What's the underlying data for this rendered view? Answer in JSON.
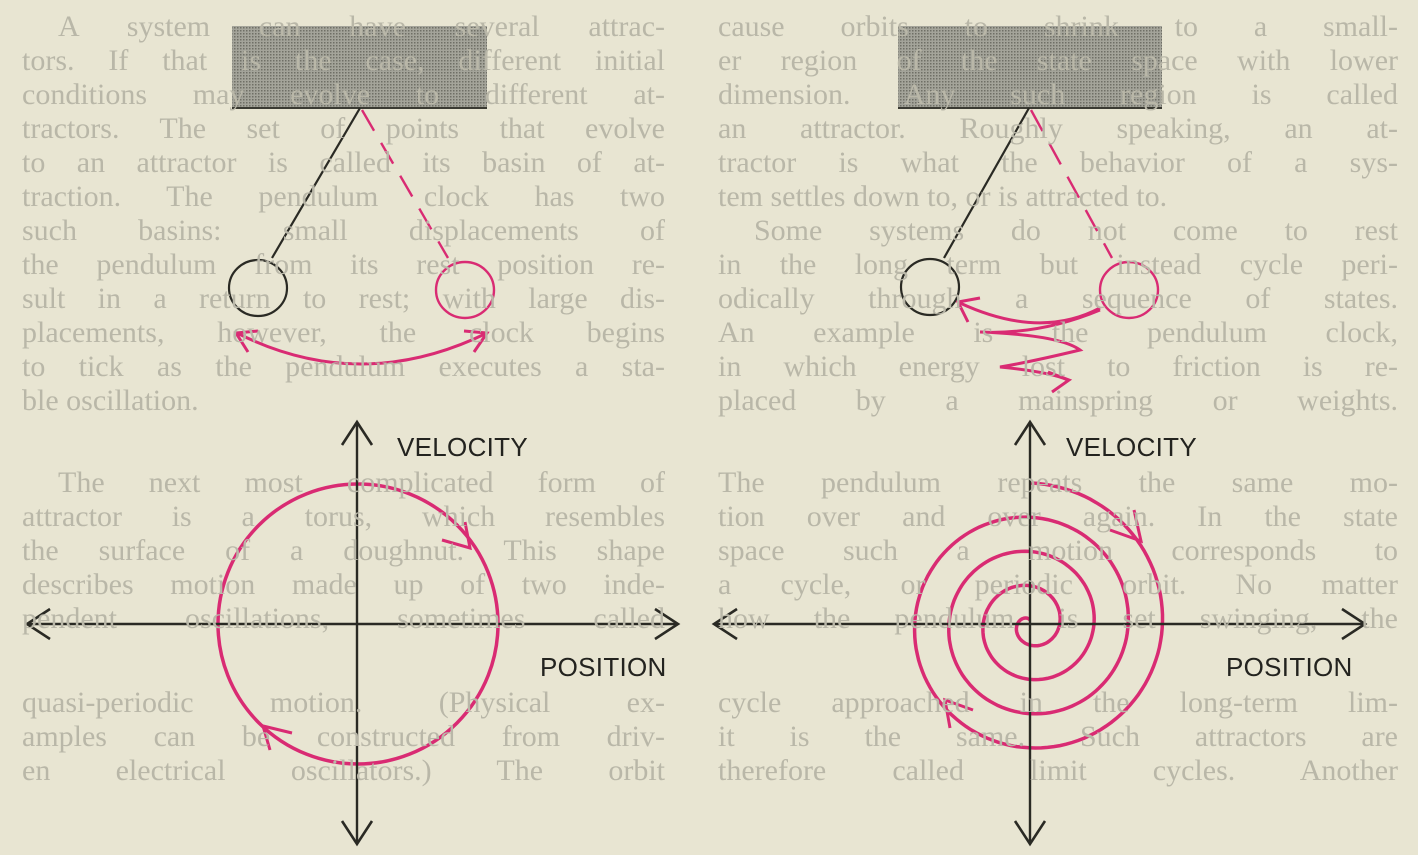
{
  "body_text": {
    "left_column": [
      {
        "text": "A system can have several attrac-",
        "indent": true
      },
      {
        "text": "tors. If that is the case, different initial"
      },
      {
        "text": "conditions may evolve to different at-"
      },
      {
        "text": "tractors. The set of points that evolve"
      },
      {
        "text": "to an attractor is called its basin of at-"
      },
      {
        "text": "traction. The pendulum clock has two"
      },
      {
        "text": "such basins: small displacements of"
      },
      {
        "text": "the pendulum from its rest position re-"
      },
      {
        "text": "sult in a return to rest; with large dis-"
      },
      {
        "text": "placements, however, the clock begins"
      },
      {
        "text": "to tick as the pendulum executes a sta-"
      },
      {
        "text": "ble oscillation.",
        "last": true
      },
      {
        "text": "The next most complicated form of",
        "indent": true
      },
      {
        "text": "attractor is a torus, which resembles"
      },
      {
        "text": "the surface of a doughnut. This shape"
      },
      {
        "text": "describes motion made up of two inde-"
      },
      {
        "text": "pendent oscillations, sometimes called"
      },
      {
        "text": "quasi-periodic motion. (Physical ex-"
      },
      {
        "text": "amples can be constructed from driv-"
      },
      {
        "text": "en electrical oscillators.) The orbit"
      }
    ],
    "right_column": [
      {
        "text": "cause orbits to shrink to a small-"
      },
      {
        "text": "er region of the state space with lower"
      },
      {
        "text": "dimension. Any such region is called"
      },
      {
        "text": "an attractor. Roughly speaking, an at-"
      },
      {
        "text": "tractor is what the behavior of a sys-"
      },
      {
        "text": "tem settles down to, or is attracted to.",
        "last": true
      },
      {
        "text": "Some systems do not come to rest",
        "indent": true
      },
      {
        "text": "in the long term but instead cycle peri-"
      },
      {
        "text": "odically through a sequence of states."
      },
      {
        "text": "An example is the pendulum clock,"
      },
      {
        "text": "in which energy lost to friction is re-"
      },
      {
        "text": "placed by a mainspring or weights."
      },
      {
        "text": "The pendulum repeats the same mo-"
      },
      {
        "text": "tion over and over again. In the state"
      },
      {
        "text": "space such a motion corresponds to"
      },
      {
        "text": "a cycle, or periodic orbit. No matter"
      },
      {
        "text": "how the pendulum is set swinging, the"
      },
      {
        "text": "cycle approached in the long-term lim-"
      },
      {
        "text": "it is the same. Such attractors are"
      },
      {
        "text": "therefore called limit cycles. Another"
      }
    ]
  },
  "diagrams": {
    "left": {
      "y_axis_label": "VELOCITY",
      "x_axis_label": "POSITION",
      "orbit": "limit-cycle"
    },
    "right": {
      "y_axis_label": "VELOCITY",
      "x_axis_label": "POSITION",
      "orbit": "spiral-to-fixed-point",
      "spiral_turns": 4
    }
  },
  "colors": {
    "background": "#e8e5d2",
    "accent": "#d92b73",
    "ink": "#2a2a24",
    "support": "#8c8c82",
    "faint_text": "#c2c0b2"
  }
}
